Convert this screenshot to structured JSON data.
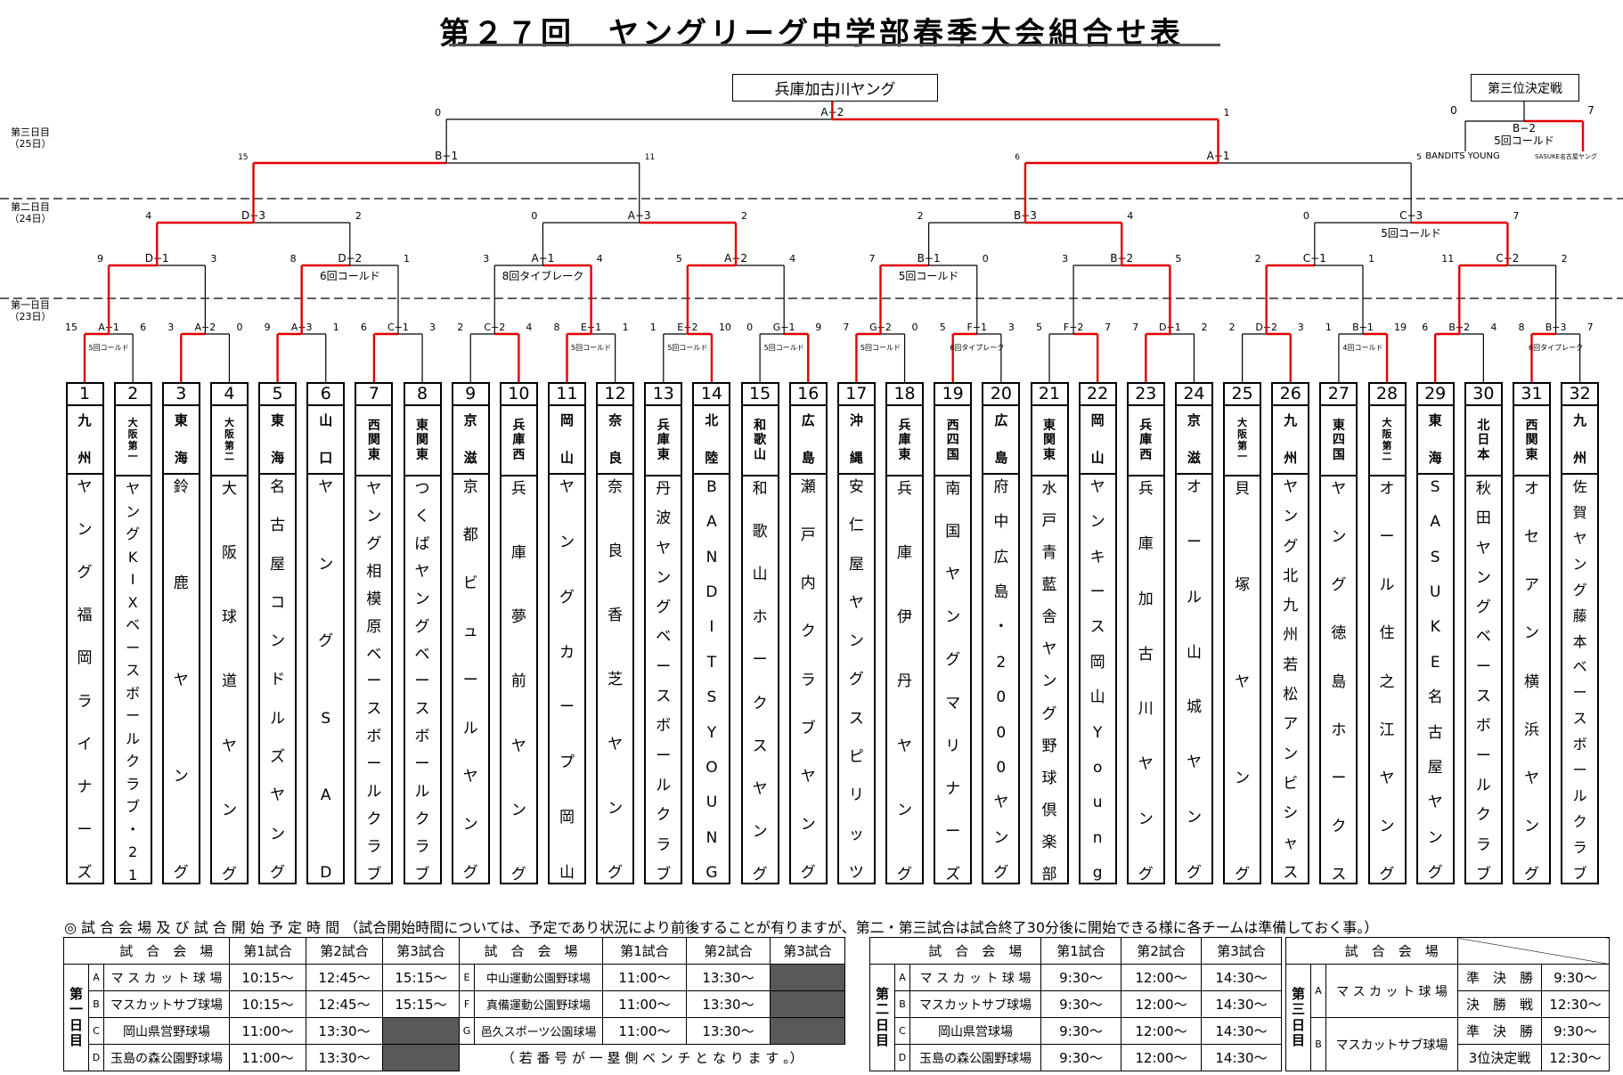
{
  "title": "第２７回　ヤングリーグ中学部春季大会組合せ表",
  "champion": "兵庫加古川ヤング",
  "third_place": {
    "label": "第三位決定戦",
    "score_left": "0",
    "score_right": "7",
    "game": "B−2",
    "note": "5回コールド",
    "team_left": "BANDITS YOUNG",
    "team_right": "SASUKE名古屋ヤング"
  },
  "day_labels": [
    {
      "day": "第三日目",
      "date": "（25日）"
    },
    {
      "day": "第二日目",
      "date": "（24日）"
    },
    {
      "day": "第一日目",
      "date": "（23日）"
    }
  ],
  "teams": [
    {
      "num": "1",
      "region": "九州",
      "name": "ヤング福岡ライナーズ"
    },
    {
      "num": "2",
      "region": "大阪第一",
      "name": "ヤングKIXベースボールクラブ・21"
    },
    {
      "num": "3",
      "region": "東海",
      "name": "鈴鹿ヤング"
    },
    {
      "num": "4",
      "region": "大阪第二",
      "name": "大阪球道ヤング"
    },
    {
      "num": "5",
      "region": "東海",
      "name": "名古屋コンドルズヤング"
    },
    {
      "num": "6",
      "region": "山口",
      "name": "ヤングSAD"
    },
    {
      "num": "7",
      "region": "西関東",
      "name": "ヤング相模原ベースボールクラブ"
    },
    {
      "num": "8",
      "region": "東関東",
      "name": "つくばヤングベースボールクラブ"
    },
    {
      "num": "9",
      "region": "京滋",
      "name": "京都ビュールヤング"
    },
    {
      "num": "10",
      "region": "兵庫西",
      "name": "兵庫夢前ヤング"
    },
    {
      "num": "11",
      "region": "岡山",
      "name": "ヤングカープ岡山"
    },
    {
      "num": "12",
      "region": "奈良",
      "name": "奈良香芝ヤング"
    },
    {
      "num": "13",
      "region": "兵庫東",
      "name": "丹波ヤングベースボールクラブ"
    },
    {
      "num": "14",
      "region": "北陸",
      "name": "BANDITSYOUNG"
    },
    {
      "num": "15",
      "region": "和歌山",
      "name": "和歌山ホークスヤング"
    },
    {
      "num": "16",
      "region": "広島",
      "name": "瀬戸内クラブヤング"
    },
    {
      "num": "17",
      "region": "沖縄",
      "name": "安仁屋ヤングスピリッツ"
    },
    {
      "num": "18",
      "region": "兵庫東",
      "name": "兵庫伊丹ヤング"
    },
    {
      "num": "19",
      "region": "西四国",
      "name": "南国ヤングマリナーズ"
    },
    {
      "num": "20",
      "region": "広島",
      "name": "府中広島・2000ヤング"
    },
    {
      "num": "21",
      "region": "東関東",
      "name": "水戸青藍舎ヤング野球倶楽部"
    },
    {
      "num": "22",
      "region": "岡山",
      "name": "ヤンキース岡山Young"
    },
    {
      "num": "23",
      "region": "兵庫西",
      "name": "兵庫加古川ヤング"
    },
    {
      "num": "24",
      "region": "京滋",
      "name": "オール山城ヤング"
    },
    {
      "num": "25",
      "region": "大阪第一",
      "name": "貝塚ヤング"
    },
    {
      "num": "26",
      "region": "九州",
      "name": "ヤング北九州若松アンビシャス"
    },
    {
      "num": "27",
      "region": "東四国",
      "name": "ヤング徳島ホークス"
    },
    {
      "num": "28",
      "region": "大阪第二",
      "name": "オール住之江ヤング"
    },
    {
      "num": "29",
      "region": "東海",
      "name": "SASUKE名古屋ヤング"
    },
    {
      "num": "30",
      "region": "北日本",
      "name": "秋田ヤングベースボールクラブ"
    },
    {
      "num": "31",
      "region": "西関東",
      "name": "オセアン横浜ヤング"
    },
    {
      "num": "32",
      "region": "九州",
      "name": "佐賀ヤング藤本ベースボールクラブ"
    }
  ],
  "r1": [
    {
      "l": "15",
      "g": "A−1",
      "r": "6",
      "note": "5回コールド",
      "w": "L"
    },
    {
      "l": "3",
      "g": "A−2",
      "r": "0",
      "note": "",
      "w": "L"
    },
    {
      "l": "9",
      "g": "A−3",
      "r": "1",
      "note": "",
      "w": "L"
    },
    {
      "l": "6",
      "g": "C−1",
      "r": "3",
      "note": "",
      "w": "L"
    },
    {
      "l": "2",
      "g": "C−2",
      "r": "4",
      "note": "",
      "w": "R"
    },
    {
      "l": "8",
      "g": "E−1",
      "r": "1",
      "note": "5回コールド",
      "w": "L"
    },
    {
      "l": "1",
      "g": "E−2",
      "r": "10",
      "note": "5回コールド",
      "w": "R"
    },
    {
      "l": "0",
      "g": "G−1",
      "r": "9",
      "note": "5回コールド",
      "w": "R"
    },
    {
      "l": "7",
      "g": "G−2",
      "r": "0",
      "note": "5回コールド",
      "w": "L"
    },
    {
      "l": "5",
      "g": "F−1",
      "r": "3",
      "note": "6回タイブレーク",
      "w": "L"
    },
    {
      "l": "5",
      "g": "F−2",
      "r": "7",
      "note": "",
      "w": "R"
    },
    {
      "l": "7",
      "g": "D−1",
      "r": "2",
      "note": "",
      "w": "L"
    },
    {
      "l": "2",
      "g": "D−2",
      "r": "3",
      "note": "",
      "w": "R"
    },
    {
      "l": "1",
      "g": "B−1",
      "r": "19",
      "note": "4回コールド",
      "w": "R"
    },
    {
      "l": "6",
      "g": "B−2",
      "r": "4",
      "note": "",
      "w": "L"
    },
    {
      "l": "8",
      "g": "B−3",
      "r": "7",
      "note": "6回タイブレーク",
      "w": "L"
    }
  ],
  "r2": [
    {
      "l": "9",
      "g": "D−1",
      "r": "3",
      "note": "",
      "w": "L"
    },
    {
      "l": "8",
      "g": "D−2",
      "r": "1",
      "note": "6回コールド",
      "w": "L"
    },
    {
      "l": "3",
      "g": "A−1",
      "r": "4",
      "note": "8回タイブレーク",
      "w": "R"
    },
    {
      "l": "5",
      "g": "A−2",
      "r": "4",
      "note": "",
      "w": "L"
    },
    {
      "l": "7",
      "g": "B−1",
      "r": "0",
      "note": "5回コールド",
      "w": "L"
    },
    {
      "l": "3",
      "g": "B−2",
      "r": "5",
      "note": "",
      "w": "R"
    },
    {
      "l": "2",
      "g": "C−1",
      "r": "1",
      "note": "",
      "w": "L"
    },
    {
      "l": "11",
      "g": "C−2",
      "r": "2",
      "note": "",
      "w": "L"
    }
  ],
  "r3": [
    {
      "l": "4",
      "g": "D−3",
      "r": "2",
      "note": "",
      "w": "L"
    },
    {
      "l": "0",
      "g": "A−3",
      "r": "2",
      "note": "",
      "w": "R"
    },
    {
      "l": "2",
      "g": "B−3",
      "r": "4",
      "note": "",
      "w": "R"
    },
    {
      "l": "0",
      "g": "C−3",
      "r": "7",
      "note": "5回コールド",
      "w": "R"
    }
  ],
  "r4": [
    {
      "l": "15",
      "g": "B−1",
      "r": "11",
      "note": "",
      "w": "L"
    },
    {
      "l": "6",
      "g": "A−1",
      "r": "5",
      "note": "",
      "w": "L"
    }
  ],
  "r5": [
    {
      "l": "0",
      "g": "A−2",
      "r": "1",
      "note": "",
      "w": "R"
    }
  ],
  "schedule": {
    "note": "◎ 試 合 会 場 及 び 試 合 開 始 予 定 時 間 （試合開始時間については、予定であり状況により前後することが有りますが、第二・第三試合は試合終了30分後に開始できる様に各チームは準備しておく事。）",
    "headers": {
      "venue": "試　合　会　場",
      "g1": "第1試合",
      "g2": "第2試合",
      "g3": "第3試合"
    },
    "day1": {
      "label": "第一日目",
      "left": [
        {
          "l": "A",
          "v": "マ ス カ ッ ト 球 場",
          "t1": "10:15〜",
          "t2": "12:45〜",
          "t3": "15:15〜"
        },
        {
          "l": "B",
          "v": "マスカットサブ球場",
          "t1": "10:15〜",
          "t2": "12:45〜",
          "t3": "15:15〜"
        },
        {
          "l": "C",
          "v": "岡山県営野球場",
          "t1": "11:00〜",
          "t2": "13:30〜",
          "t3": ""
        },
        {
          "l": "D",
          "v": "玉島の森公園野球場",
          "t1": "11:00〜",
          "t2": "13:30〜",
          "t3": ""
        }
      ],
      "right": [
        {
          "l": "E",
          "v": "中山運動公園野球場",
          "t1": "11:00〜",
          "t2": "13:30〜"
        },
        {
          "l": "F",
          "v": "真備運動公園野球場",
          "t1": "11:00〜",
          "t2": "13:30〜"
        },
        {
          "l": "G",
          "v": "邑久スポーツ公園球場",
          "t1": "11:00〜",
          "t2": "13:30〜"
        }
      ],
      "footnote": "（ 若 番 号 が 一 塁 側 ベ ン チ と な り ま す 。）"
    },
    "day2": {
      "label": "第二日目",
      "rows": [
        {
          "l": "A",
          "v": "マ ス カ ッ ト 球 場",
          "t1": "9:30〜",
          "t2": "12:00〜",
          "t3": "14:30〜"
        },
        {
          "l": "B",
          "v": "マスカットサブ球場",
          "t1": "9:30〜",
          "t2": "12:00〜",
          "t3": "14:30〜"
        },
        {
          "l": "C",
          "v": "岡山県営球場",
          "t1": "9:30〜",
          "t2": "12:00〜",
          "t3": "14:30〜"
        },
        {
          "l": "D",
          "v": "玉島の森公園野球場",
          "t1": "9:30〜",
          "t2": "12:00〜",
          "t3": "14:30〜"
        }
      ]
    },
    "day3": {
      "label": "第三日目",
      "rows": [
        {
          "l": "A",
          "v": "マ ス カ ッ ト 球 場",
          "games": [
            {
              "k": "準　決　勝",
              "t": "9:30〜"
            },
            {
              "k": "決　勝　戦",
              "t": "12:30〜"
            }
          ]
        },
        {
          "l": "B",
          "v": "マスカットサブ球場",
          "games": [
            {
              "k": "準　決　勝",
              "t": "9:30〜"
            },
            {
              "k": "3位決定戦",
              "t": "12:30〜"
            }
          ]
        }
      ]
    }
  }
}
